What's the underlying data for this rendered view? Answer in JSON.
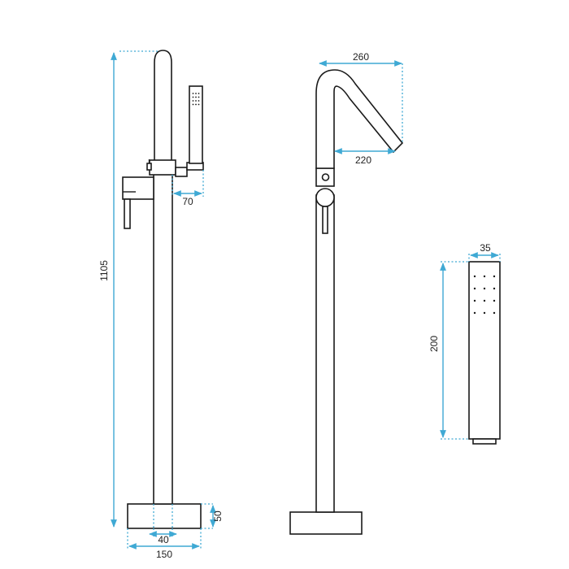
{
  "colors": {
    "dimension_line": "#3fa9d4",
    "outline": "#1a1a1a",
    "background": "#ffffff"
  },
  "dimensions": {
    "total_height": "1105",
    "base_height": "50",
    "pipe_width": "40",
    "base_width": "150",
    "handshower_offset": "70",
    "spout_reach_outer": "260",
    "spout_reach_inner": "220",
    "handshower_width": "35",
    "handshower_length": "200"
  }
}
